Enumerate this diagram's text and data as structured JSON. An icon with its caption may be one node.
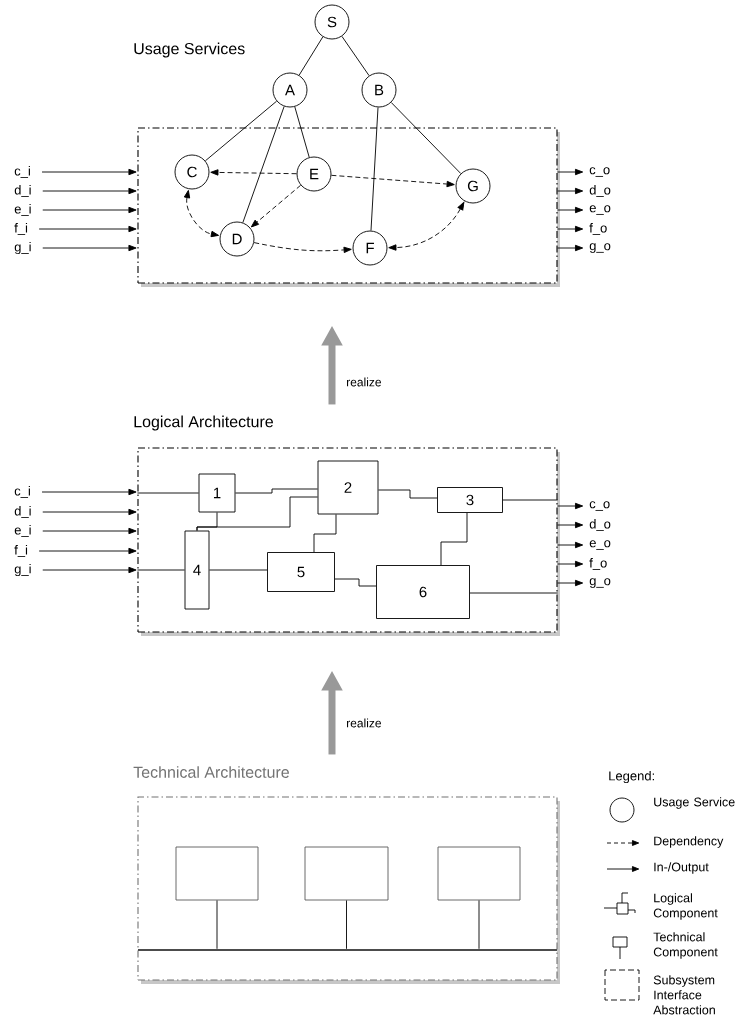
{
  "diagram": {
    "nodes": [
      {
        "text": [],
        "shape": "box"
      },
      {
        "text": [
          "S"
        ]
      },
      {
        "text": [
          "A"
        ]
      },
      {
        "text": [
          "B"
        ]
      },
      {
        "text": [
          "C"
        ],
        "in": 0
      },
      {
        "text": [
          "E"
        ],
        "in": 0
      },
      {
        "text": [
          "G"
        ],
        "in": 0
      },
      {
        "text": [
          "D"
        ],
        "in": 0
      },
      {
        "text": [
          "F"
        ],
        "in": 0
      },
      {
        "text": [
          "c_i"
        ]
      },
      {
        "text": [
          "d_i"
        ]
      },
      {
        "text": [
          "e_i"
        ]
      },
      {
        "text": [
          "f_i"
        ]
      },
      {
        "text": [
          "g_i"
        ]
      },
      {
        "text": [
          "c_o"
        ]
      },
      {
        "text": [
          "d_o"
        ]
      },
      {
        "text": [
          "e_o"
        ]
      },
      {
        "text": [
          "f_o"
        ]
      },
      {
        "text": [
          "g_o"
        ]
      },
      {
        "text": [
          "Logical Architecture"
        ]
      },
      {
        "text": [
          "1"
        ],
        "in": 19
      },
      {
        "text": [
          "2"
        ],
        "in": 19
      },
      {
        "text": [
          "3"
        ],
        "in": 19
      },
      {
        "text": [
          "4"
        ],
        "in": 19
      },
      {
        "text": [
          "5"
        ],
        "in": 19
      },
      {
        "text": [
          "6"
        ],
        "in": 19
      },
      {
        "text": [
          "c_i"
        ]
      },
      {
        "text": [
          "d_i"
        ]
      },
      {
        "text": [
          "e_i"
        ]
      },
      {
        "text": [
          "f_i"
        ]
      },
      {
        "text": [
          "g_i"
        ]
      },
      {
        "text": [
          "c_o"
        ]
      },
      {
        "text": [
          "d_o"
        ]
      },
      {
        "text": [
          "e_o"
        ]
      },
      {
        "text": [
          "f_o"
        ]
      },
      {
        "text": [
          "g_o"
        ]
      },
      {
        "text": [
          "Technical Architecture"
        ]
      },
      {
        "text": [],
        "shape": "box",
        "in": 36
      },
      {
        "text": [],
        "shape": "box",
        "in": 36
      },
      {
        "text": [],
        "shape": "box",
        "in": 36
      },
      {
        "text": [],
        "shape": "bar",
        "in": 36
      }
    ],
    "edges": [
      {
        "from": 1,
        "to": 2,
        "arrow": "none"
      },
      {
        "from": 1,
        "to": 3,
        "arrow": "none"
      },
      {
        "from": 2,
        "to": 4,
        "arrow": "none"
      },
      {
        "from": 2,
        "to": 7,
        "arrow": "none"
      },
      {
        "from": 2,
        "to": 5,
        "arrow": "none"
      },
      {
        "from": 3,
        "to": 8,
        "arrow": "none"
      },
      {
        "from": 3,
        "to": 6,
        "arrow": "none"
      },
      {
        "from": 5,
        "to": 4,
        "arrow": "to",
        "style": "dashed"
      },
      {
        "from": 5,
        "to": 6,
        "arrow": "to",
        "style": "dashed"
      },
      {
        "from": 5,
        "to": 7,
        "arrow": "to",
        "style": "dashed"
      },
      {
        "from": 4,
        "to": 7,
        "arrow": "both",
        "style": "dashed"
      },
      {
        "from": 7,
        "to": 8,
        "arrow": "to",
        "style": "dashed"
      },
      {
        "from": 6,
        "to": 8,
        "arrow": "both",
        "style": "dashed"
      },
      {
        "from": 9,
        "to": 0,
        "arrow": "to"
      },
      {
        "from": 10,
        "to": 0,
        "arrow": "to"
      },
      {
        "from": 11,
        "to": 0,
        "arrow": "to"
      },
      {
        "from": 12,
        "to": 0,
        "arrow": "to"
      },
      {
        "from": 13,
        "to": 0,
        "arrow": "to"
      },
      {
        "from": 0,
        "to": 14,
        "arrow": "to"
      },
      {
        "from": 0,
        "to": 15,
        "arrow": "to"
      },
      {
        "from": 0,
        "to": 16,
        "arrow": "to"
      },
      {
        "from": 0,
        "to": 17,
        "arrow": "to"
      },
      {
        "from": 0,
        "to": 18,
        "arrow": "to"
      },
      {
        "from": 19,
        "to": 0,
        "arrow": "to",
        "label": "realize",
        "style": "thick",
        "color": "#999999"
      },
      {
        "from": 26,
        "to": 19,
        "arrow": "to"
      },
      {
        "from": 27,
        "to": 19,
        "arrow": "to"
      },
      {
        "from": 28,
        "to": 19,
        "arrow": "to"
      },
      {
        "from": 29,
        "to": 19,
        "arrow": "to"
      },
      {
        "from": 30,
        "to": 19,
        "arrow": "to"
      },
      {
        "from": 19,
        "to": 20,
        "arrow": "none"
      },
      {
        "from": 19,
        "to": 23,
        "arrow": "none"
      },
      {
        "from": 20,
        "to": 21,
        "arrow": "none"
      },
      {
        "from": 20,
        "to": 23,
        "arrow": "none"
      },
      {
        "from": 23,
        "to": 21,
        "arrow": "none"
      },
      {
        "from": 21,
        "to": 22,
        "arrow": "none"
      },
      {
        "from": 21,
        "to": 24,
        "arrow": "none"
      },
      {
        "from": 23,
        "to": 24,
        "arrow": "none"
      },
      {
        "from": 24,
        "to": 25,
        "arrow": "none"
      },
      {
        "from": 25,
        "to": 22,
        "arrow": "none"
      },
      {
        "from": 22,
        "to": 19,
        "arrow": "none"
      },
      {
        "from": 25,
        "to": 19,
        "arrow": "none"
      },
      {
        "from": 19,
        "to": 31,
        "arrow": "to"
      },
      {
        "from": 19,
        "to": 32,
        "arrow": "to"
      },
      {
        "from": 19,
        "to": 33,
        "arrow": "to"
      },
      {
        "from": 19,
        "to": 34,
        "arrow": "to"
      },
      {
        "from": 19,
        "to": 35,
        "arrow": "to"
      },
      {
        "from": 36,
        "to": 19,
        "arrow": "to",
        "label": "realize",
        "style": "thick",
        "color": "#999999"
      },
      {
        "from": 37,
        "to": 40,
        "arrow": "none"
      },
      {
        "from": 38,
        "to": 40,
        "arrow": "none"
      },
      {
        "from": 39,
        "to": 40,
        "arrow": "none"
      }
    ],
    "labels": [
      "Usage Services",
      "Legend:"
    ],
    "legend": [
      {
        "text": "Usage Service"
      },
      {
        "text": "Dependency"
      },
      {
        "text": "In-/Output"
      },
      {
        "text": "Logical Component"
      },
      {
        "text": "Technical Component"
      },
      {
        "text": "Subsystem Interface Abstraction"
      }
    ]
  }
}
